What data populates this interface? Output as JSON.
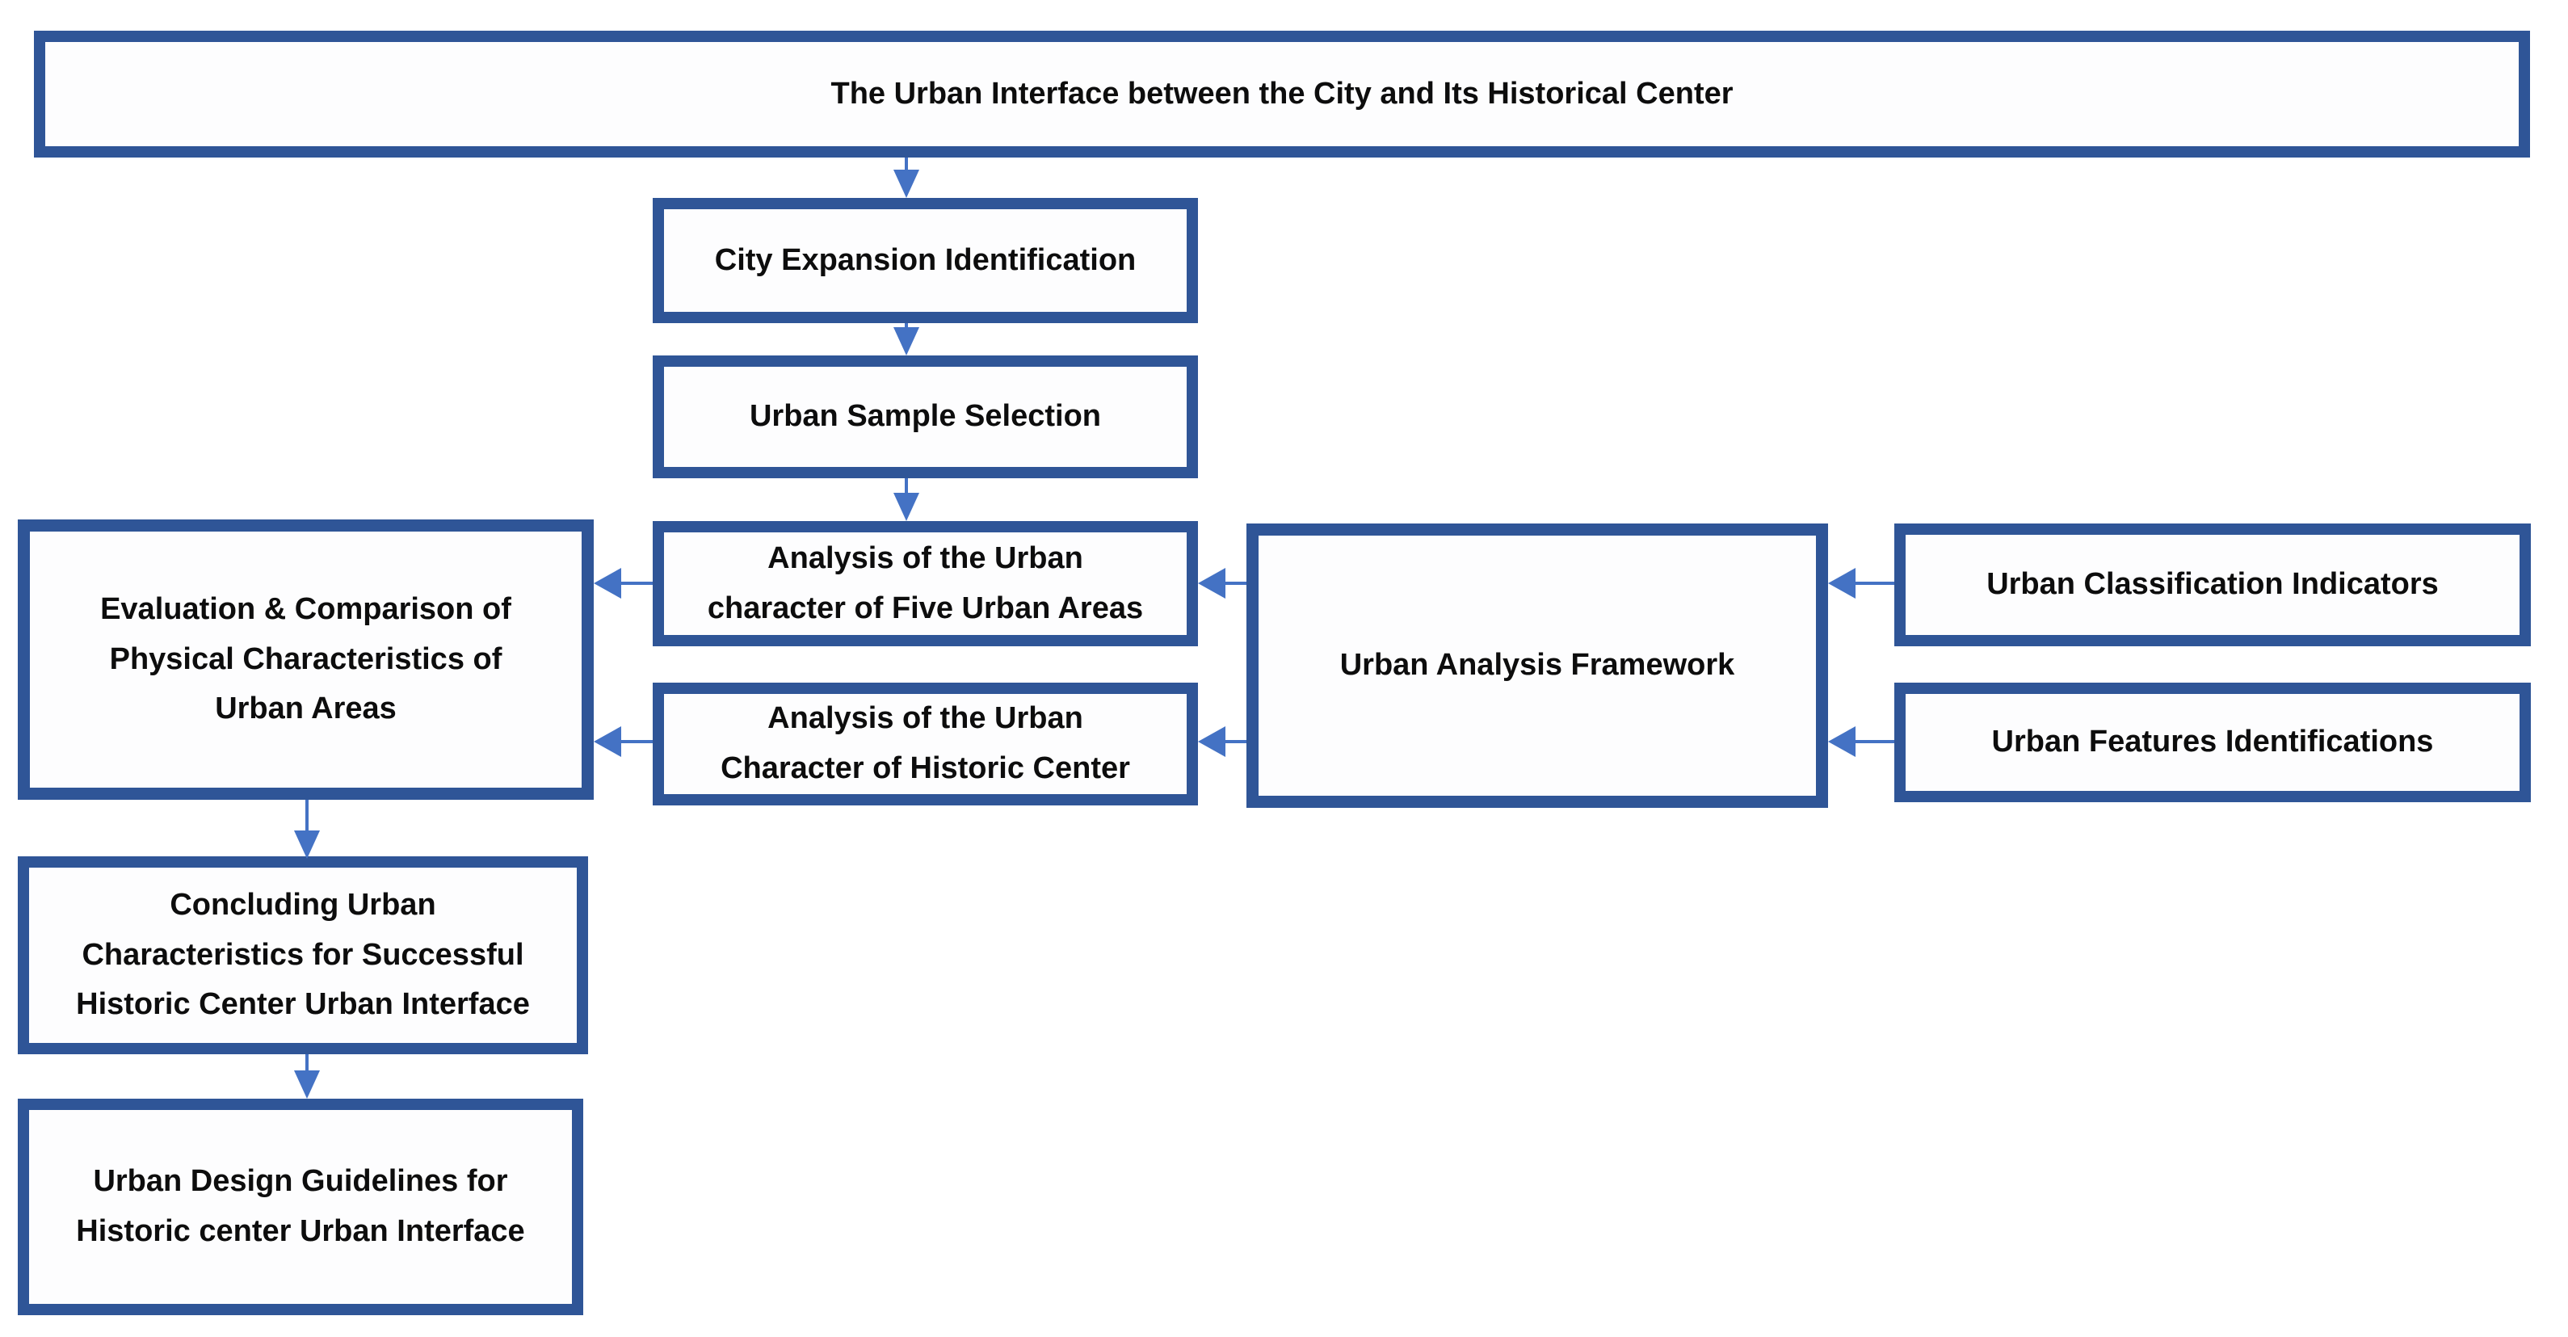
{
  "diagram": {
    "type": "flowchart",
    "colors": {
      "box_border": "#2f5597",
      "arrow": "#4472c4",
      "text": "#0d0d0d",
      "box_fill": "#ffffff",
      "background": "#ffffff"
    },
    "nodes": {
      "title": {
        "label": "The Urban Interface between the City and Its Historical Center"
      },
      "city_expansion": {
        "label": "City Expansion Identification"
      },
      "urban_sample": {
        "label": "Urban Sample Selection"
      },
      "analysis_five_areas": {
        "label": "Analysis of the Urban\ncharacter of Five Urban Areas"
      },
      "analysis_historic_center": {
        "label": "Analysis of the Urban\nCharacter of Historic Center"
      },
      "framework": {
        "label": "Urban Analysis Framework"
      },
      "classification_indicators": {
        "label": "Urban Classification Indicators"
      },
      "features_identifications": {
        "label": "Urban Features Identifications"
      },
      "evaluation_comparison": {
        "label": "Evaluation & Comparison of\nPhysical Characteristics of\nUrban Areas"
      },
      "concluding_characteristics": {
        "label": "Concluding Urban\nCharacteristics for Successful\nHistoric Center Urban Interface"
      },
      "design_guidelines": {
        "label": "Urban Design Guidelines for\nHistoric center Urban Interface"
      }
    },
    "edges": [
      {
        "from": "title",
        "to": "city_expansion"
      },
      {
        "from": "city_expansion",
        "to": "urban_sample"
      },
      {
        "from": "urban_sample",
        "to": "analysis_five_areas"
      },
      {
        "from": "classification_indicators",
        "to": "framework"
      },
      {
        "from": "features_identifications",
        "to": "framework"
      },
      {
        "from": "framework",
        "to": "analysis_five_areas"
      },
      {
        "from": "framework",
        "to": "analysis_historic_center"
      },
      {
        "from": "analysis_five_areas",
        "to": "evaluation_comparison"
      },
      {
        "from": "analysis_historic_center",
        "to": "evaluation_comparison"
      },
      {
        "from": "evaluation_comparison",
        "to": "concluding_characteristics"
      },
      {
        "from": "concluding_characteristics",
        "to": "design_guidelines"
      }
    ]
  }
}
